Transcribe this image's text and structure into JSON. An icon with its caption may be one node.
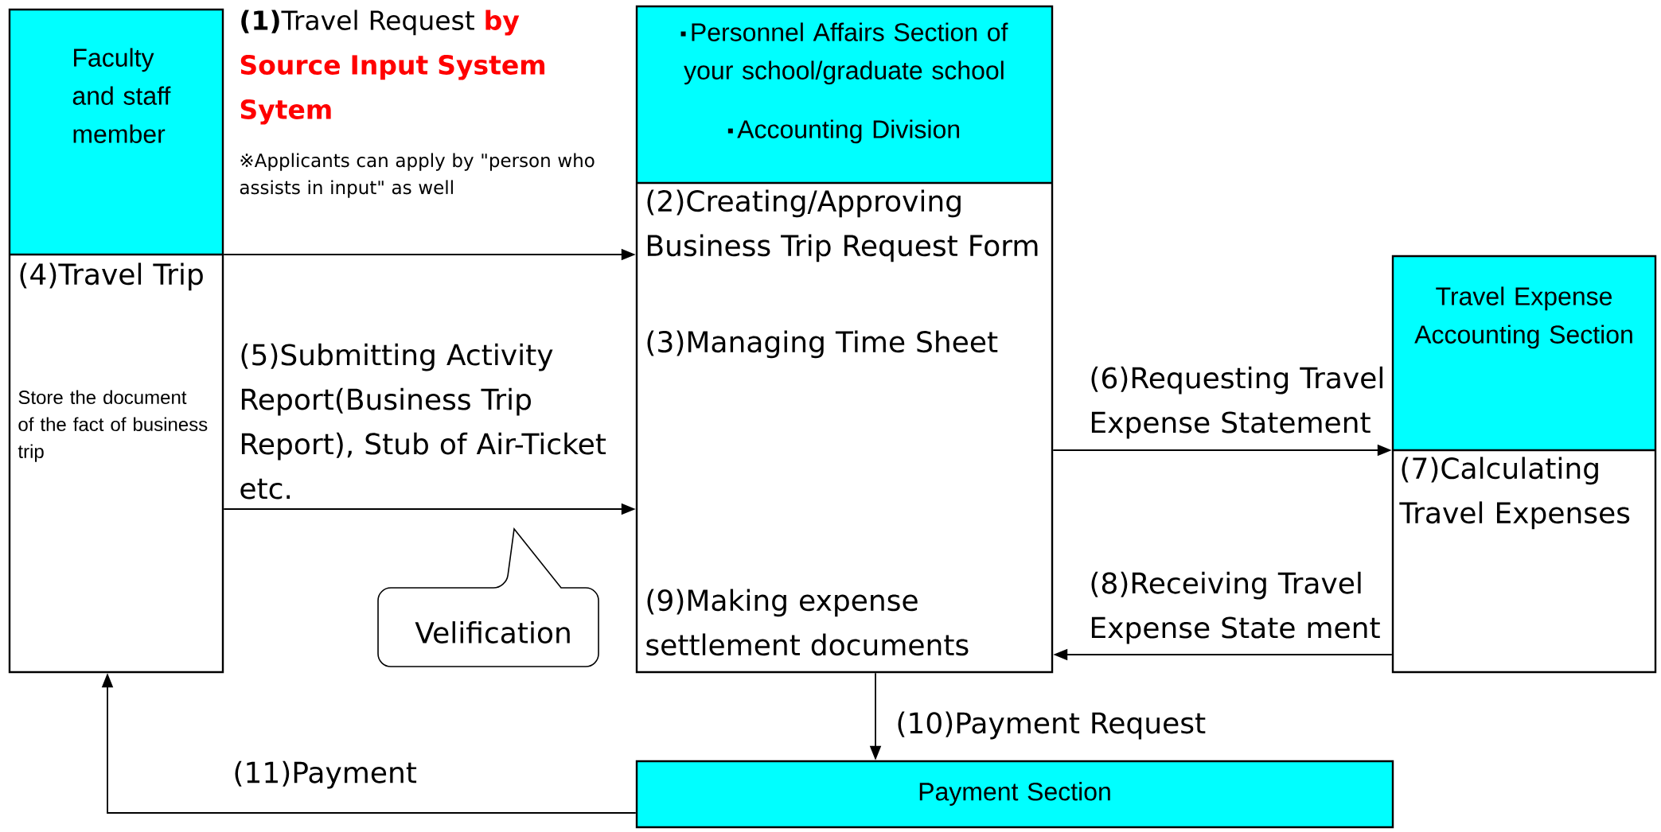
{
  "diagram": {
    "nodes": [
      {
        "text": [
          "Faculty and staff member",
          "(4)Travel Trip",
          "Store the document of the fact of business trip"
        ]
      },
      {
        "text": [
          "Personnel Affairs Section of your school/graduate school",
          "Accounting Division",
          "(2)Creating/Approving Business Trip Request Form",
          "(3)Managing Time Sheet",
          "(9)Making expense settlement documents"
        ]
      },
      {
        "text": [
          "Travel Expense Accounting Section",
          "(7)Calculating Travel Expenses"
        ]
      },
      {
        "text": [
          "Payment Section"
        ]
      },
      {
        "text": [
          "Velification"
        ]
      }
    ],
    "edges": [
      {
        "from": 0,
        "to": 1,
        "arrow": "to",
        "label": "**(1)**Travel Request **by Source Input System Sytem**"
      },
      {
        "from": 0,
        "to": 1,
        "arrow": "to",
        "label": "(5)Submitting Activity Report(Business Trip Report), Stub of Air-Ticket etc."
      },
      {
        "from": 1,
        "to": 2,
        "arrow": "to",
        "label": "(6)Requesting Travel Expense Statement"
      },
      {
        "from": 2,
        "to": 1,
        "arrow": "to",
        "label": "(8)Receiving Travel Expense State ment"
      },
      {
        "from": 1,
        "to": 3,
        "arrow": "to",
        "label": "(10)Payment Request"
      },
      {
        "from": 3,
        "to": 0,
        "arrow": "to",
        "label": "(11)Payment"
      }
    ],
    "labels": [
      "※Applicants can apply by \"person who assists in input\" as well"
    ]
  }
}
